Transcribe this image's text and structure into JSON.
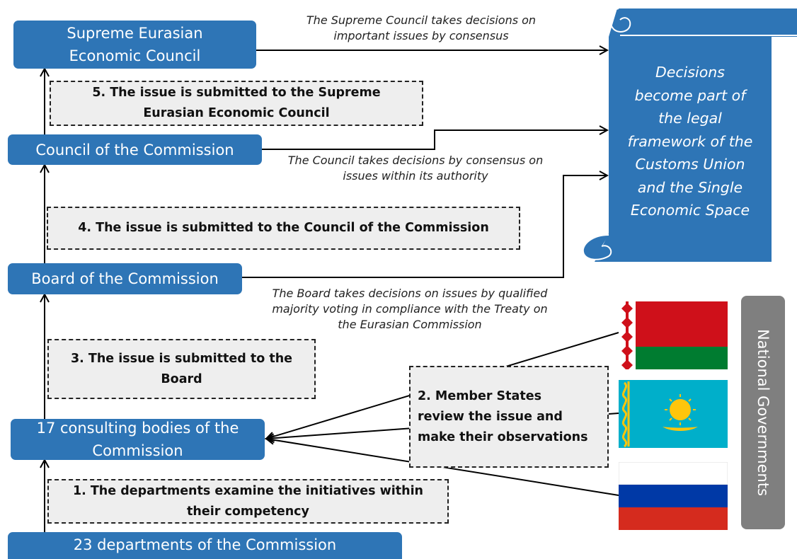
{
  "boxes": {
    "supreme": "Supreme Eurasian\nEconomic Council",
    "council": "Council of the Commission",
    "board": "Board of the Commission",
    "consulting": "17 consulting bodies of the\nCommission",
    "departments": "23 departments of the Commission"
  },
  "steps": {
    "step1": "1. The departments examine the initiatives within\ntheir competency",
    "step2": "2. Member States\nreview the issue and\nmake their observations",
    "step3": "3. The issue is submitted to the\nBoard",
    "step4": "4. The issue is submitted to the Council of the Commission",
    "step5": "5. The issue is submitted to the Supreme\nEurasian Economic Council"
  },
  "notes": {
    "supreme": "The Supreme Council takes decisions on\nimportant issues by consensus",
    "council": "The Council takes decisions by consensus on\nissues within its authority",
    "board": "The Board takes decisions on issues by qualified\nmajority voting in compliance with the Treaty on\nthe Eurasian Commission"
  },
  "outcome": "Decisions\nbecome part of\nthe legal\nframework of the\nCustoms Union\nand the Single\nEconomic Space",
  "national_governments": "National Governments",
  "flags": [
    "belarus-flag",
    "kazakhstan-flag",
    "russia-flag"
  ],
  "colors": {
    "box": "#2e75b6",
    "scroll": "#2e75b6",
    "step_fill": "#eeeeee",
    "national_panel": "#7f7f7f",
    "belarus_red": "#cf101a",
    "belarus_green": "#007c30",
    "kazakhstan_blue": "#00afca",
    "kazakhstan_gold": "#fec50c",
    "russia_blue": "#0039a6",
    "russia_red": "#d52b1e"
  }
}
